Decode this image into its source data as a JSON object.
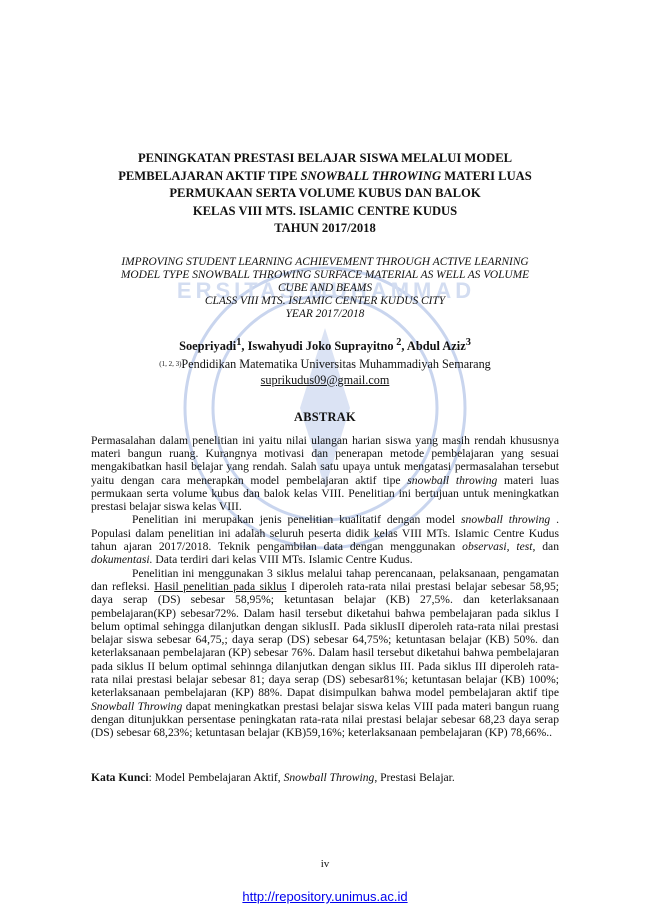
{
  "title_lines": [
    "PENINGKATAN PRESTASI BELAJAR SISWA MELALUI MODEL",
    [
      "PEMBELAJARAN AKTIF TIPE ",
      "SNOWBALL THROWING",
      " MATERI  LUAS"
    ],
    "PERMUKAAN SERTA VOLUME KUBUS DAN BALOK",
    "KELAS VIII MTS. ISLAMIC CENTRE KUDUS",
    "TAHUN 2017/2018"
  ],
  "subtitle_lines": [
    "IMPROVING STUDENT LEARNING ACHIEVEMENT THROUGH ACTIVE LEARNING",
    "MODEL TYPE SNOWBALL THROWING SURFACE MATERIAL AS WELL AS VOLUME",
    "CUBE AND BEAMS",
    "CLASS VIII MTS. ISLAMIC CENTER KUDUS CITY",
    "YEAR 2017/2018"
  ],
  "authors": {
    "a1": "Soepriyadi",
    "a1_sup": "1",
    "a2": "Iswahyudi Joko Suprayitno",
    "a2_sup": " 2",
    "a3": "Abdul Aziz",
    "a3_sup": "3",
    "sep": ", "
  },
  "affiliation": {
    "sup": "(1, 2, 3)",
    "text": "Pendidikan Matematika Universitas Muhammadiyah Semarang"
  },
  "email": "suprikudus09@gmail.com",
  "abstract_heading": "ABSTRAK",
  "abstract": {
    "p1": "Permasalahan dalam penelitian ini yaitu nilai ulangan harian siswa yang masih rendah khususnya materi bangun ruang. Kurangnya motivasi dan penerapan metode pembelajaran yang sesuai mengakibatkan hasil belajar yang rendah. Salah satu upaya untuk mengatasi permasalahan tersebut yaitu dengan cara menerapkan model pembelajaran aktif tipe ",
    "p1_i1": "snowball throwing",
    "p1_b": " materi luas permukaan serta volume kubus dan balok kelas VIII. Penelitian ini bertujuan untuk meningkatkan prestasi belajar siswa kelas VIII.",
    "p2_a": "Penelitian ini merupakan jenis penelitian kualitatif dengan model  ",
    "p2_i1": "snowball throwing",
    "p2_b": " . Populasi dalam penelitian ini adalah seluruh peserta didik kelas VIII MTs. Islamic Centre Kudus tahun ajaran 2017/2018. Teknik pengambilan data dengan menggunakan ",
    "p2_i2": "observasi, test,",
    "p2_c": " dan ",
    "p2_i3": "dokumentasi.",
    "p2_d": " Data terdiri dari kelas VIII MTs. Islamic Centre  Kudus.",
    "p3_a": "Penelitian ini menggunakan 3 siklus melalui tahap perencanaan, pelaksanaan, pengamatan dan refleksi. ",
    "p3_u": "Hasil penelitian pada siklus",
    "p3_b": " I diperoleh rata-rata nilai prestasi belajar sebesar 58,95; daya serap (DS) sebesar 58,95%; ketuntasan belajar (KB) 27,5%. dan keterlaksanaan pembelajaran(KP) sebesar72%. Dalam hasil tersebut diketahui bahwa pembelajaran pada siklus I belum optimal sehingga dilanjutkan dengan siklusII. Pada siklusII diperoleh rata-rata nilai prestasi belajar siswa sebesar 64,75,; daya serap (DS) sebesar 64,75%; ketuntasan belajar (KB) 50%. dan keterlaksanaan pembelajaran (KP) sebesar 76%. Dalam hasil tersebut diketahui bahwa pembelajaran pada siklus II belum optimal sehinnga dilanjutkan dengan siklus III. Pada siklus III diperoleh rata-rata nilai prestasi belajar sebesar 81; daya serap (DS) sebesar81%; ketuntasan belajar (KB) 100%; keterlaksanaan pembelajaran (KP) 88%. Dapat disimpulkan bahwa model pembelajaran aktif tipe ",
    "p3_i1": "Snowball Throwing",
    "p3_c": " dapat meningkatkan prestasi belajar siswa kelas VIII pada materi bangun ruang dengan ditunjukkan persentase peningkatan rata-rata nilai prestasi belajar sebesar 68,23 daya serap (DS) sebesar 68,23%; ketuntasan belajar (KB)59,16%; keterlaksanaan pembelajaran (KP) 78,66%.."
  },
  "keywords": {
    "label": "Kata Kunci",
    "colon": ": ",
    "a": "Model Pembelajaran Aktif, ",
    "i": "Snowball Throwing",
    "b": ", Prestasi Belajar."
  },
  "page_number": "iv",
  "footer_url": "http://repository.unimus.ac.id",
  "colors": {
    "link": "#0000ee",
    "watermark": "#8fa8d8"
  }
}
